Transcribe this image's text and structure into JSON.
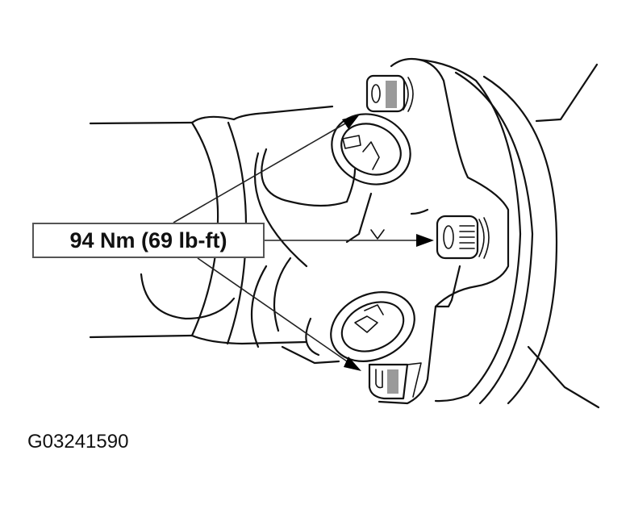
{
  "figure": {
    "subject": "driveshaft flange-to-axle pinion flange bolts",
    "torque_callout": {
      "label": "94 Nm (69 lb-ft)",
      "points_to": [
        "upper-bolt",
        "center-bolt",
        "lower-bolt"
      ]
    },
    "figure_id": "G03241590"
  },
  "colors": {
    "line": "#111111",
    "background": "#ffffff",
    "callout_border": "#555555",
    "bolt_shade": "#9a9a9a"
  }
}
